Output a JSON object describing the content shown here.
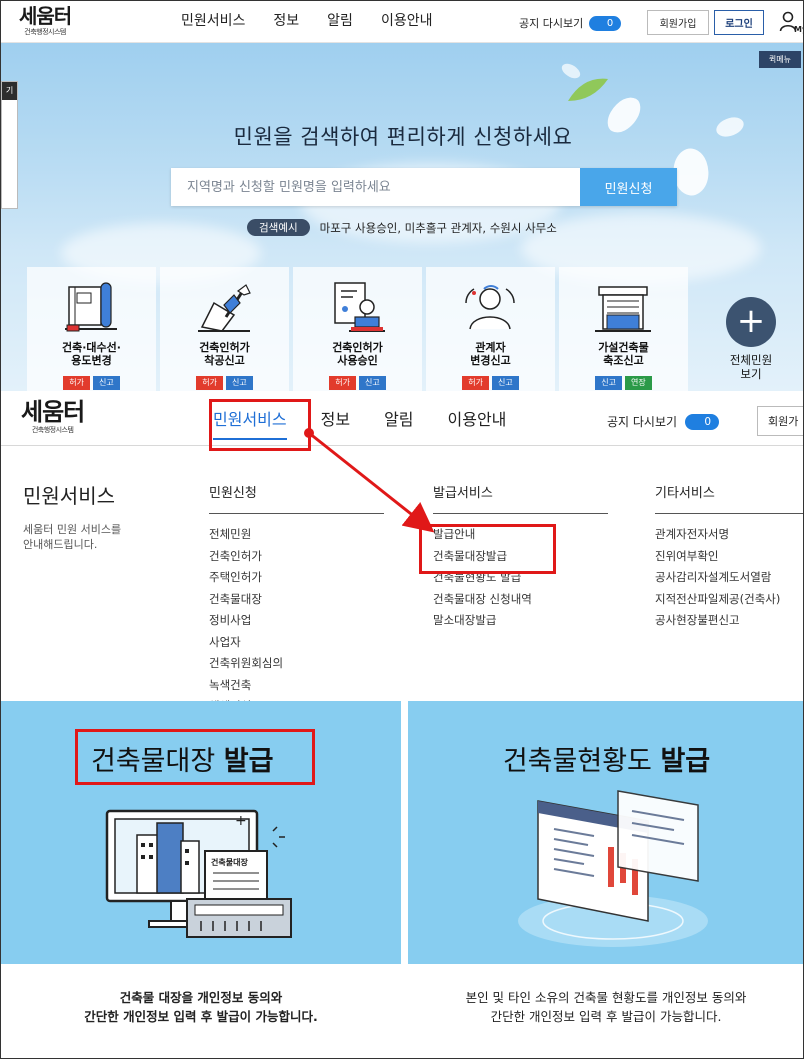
{
  "header_top": {
    "logo_text": "세움터",
    "logo_sub": "건축행정시스템",
    "nav": [
      "민원서비스",
      "정보",
      "알림",
      "이용안내"
    ],
    "notice_label": "공지 다시보기",
    "notice_count": "0",
    "join_label": "회원가입",
    "login_label": "로그인",
    "my_label": "My"
  },
  "hero": {
    "quick_menu": "퀵메뉴",
    "side_tab": "기",
    "title": "민원을 검색하여 편리하게 신청하세요",
    "search_placeholder": "지역명과 신청할 민원명을 입력하세요",
    "search_button": "민원신청",
    "example_badge": "검색예시",
    "example_text": "마포구 사용승인, 미추홀구 관계자, 수원시 사무소",
    "cards": [
      {
        "line1": "건축·대수선·",
        "line2": "용도변경",
        "tags": [
          {
            "text": "허가",
            "color": "red"
          },
          {
            "text": "신고",
            "color": "blue"
          }
        ]
      },
      {
        "line1": "건축인허가",
        "line2": "착공신고",
        "tags": [
          {
            "text": "허가",
            "color": "red"
          },
          {
            "text": "신고",
            "color": "blue"
          }
        ]
      },
      {
        "line1": "건축인허가",
        "line2": "사용승인",
        "tags": [
          {
            "text": "허가",
            "color": "red"
          },
          {
            "text": "신고",
            "color": "blue"
          }
        ]
      },
      {
        "line1": "관계자",
        "line2": "변경신고",
        "tags": [
          {
            "text": "허가",
            "color": "red"
          },
          {
            "text": "신고",
            "color": "blue"
          }
        ]
      },
      {
        "line1": "가설건축물",
        "line2": "축조신고",
        "tags": [
          {
            "text": "신고",
            "color": "blue"
          },
          {
            "text": "연장",
            "color": "green"
          }
        ]
      }
    ],
    "all_line1": "전체민원",
    "all_line2": "보기"
  },
  "header_second": {
    "logo_text": "세움터",
    "logo_sub": "건축행정시스템",
    "nav": [
      "민원서비스",
      "정보",
      "알림",
      "이용안내"
    ],
    "notice_label": "공지 다시보기",
    "notice_count": "0",
    "join_label": "회원가"
  },
  "mega_menu": {
    "title": "민원서비스",
    "desc_line1": "세움터 민원 서비스를",
    "desc_line2": "안내해드립니다.",
    "columns": [
      {
        "heading": "민원신청",
        "items": [
          "전체민원",
          "건축인허가",
          "주택인허가",
          "건축물대장",
          "정비사업",
          "사업자",
          "건축위원회심의",
          "녹색건축",
          "해체멸실"
        ]
      },
      {
        "heading": "발급서비스",
        "items": [
          "발급안내",
          "건축물대장발급",
          "건축물현황도 발급",
          "건축물대장 신청내역",
          "말소대장발급"
        ]
      },
      {
        "heading": "기타서비스",
        "items": [
          "관계자전자서명",
          "진위여부확인",
          "공사감리자설계도서열람",
          "지적전산파일제공(건축사)",
          "공사현장불편신고"
        ]
      }
    ]
  },
  "banners": [
    {
      "title_normal": "건축물대장",
      "title_bold": "발급",
      "doc_label": "건축물대장",
      "desc_line1": "건축물 대장을 개인정보 동의와",
      "desc_line2": "간단한 개인정보 입력 후 발급이 가능합니다."
    },
    {
      "title_normal": "건축물현황도",
      "title_bold": "발급",
      "desc_line1": "본인 및 타인 소유의 건축물 현황도를 개인정보 동의와",
      "desc_line2": "간단한 개인정보 입력 후 발급이 가능합니다."
    }
  ],
  "colors": {
    "accent_blue": "#1f6fd6",
    "search_button": "#49a6ea",
    "annotation_red": "#e01818",
    "banner_bg": "#87cdf0"
  }
}
